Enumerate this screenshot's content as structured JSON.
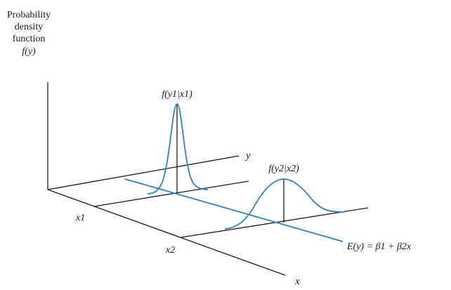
{
  "y_axis_label": {
    "line1": "Probability",
    "line2": "density",
    "line3": "function",
    "line4": "f(y)"
  },
  "curve1_label": "f(y1|x1)",
  "curve2_label": "f(y2|x2)",
  "y_label": "y",
  "x_label": "x",
  "x1_label": "x1",
  "x2_label": "x2",
  "regression_label": "E(y) = β1 + β2x",
  "colors": {
    "regression": "#2f7fc1",
    "curve": "#2f7fc1",
    "axis": "#1a1a1a"
  }
}
